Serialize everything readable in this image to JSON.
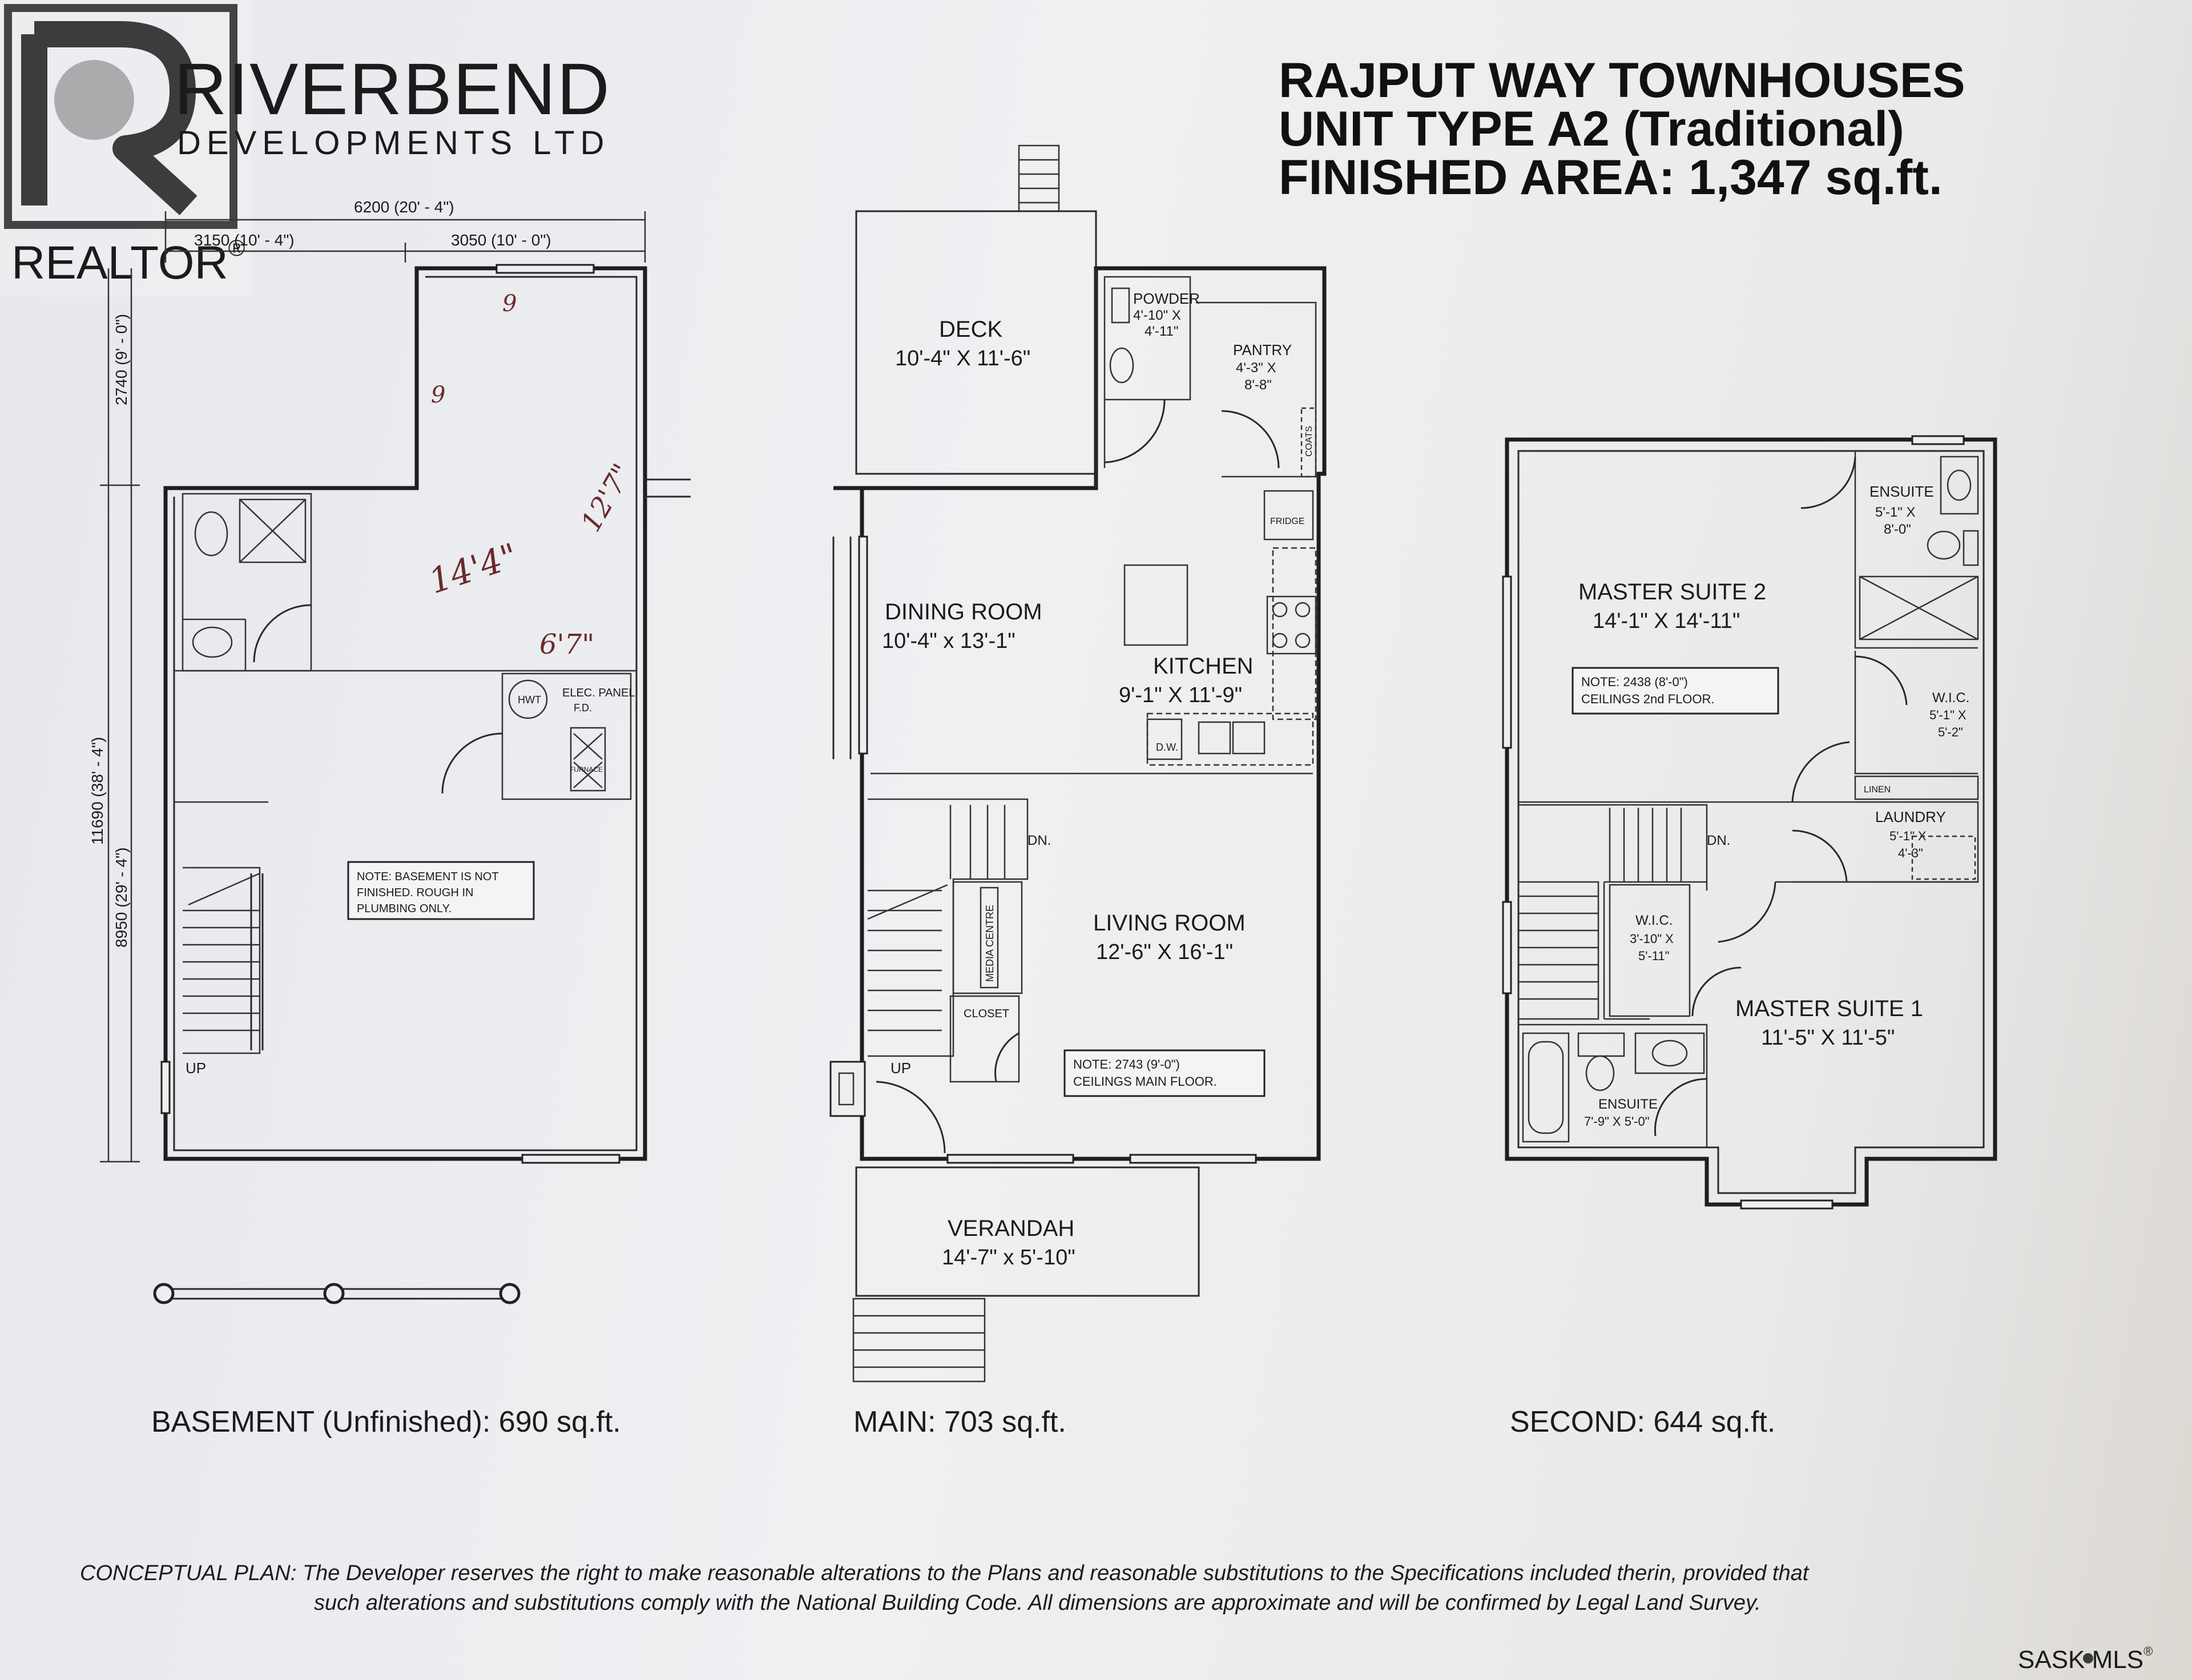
{
  "brand": {
    "name": "RIVERBEND",
    "tagline": "DEVELOPMENTS LTD",
    "realtor_mark": "REALTOR",
    "registered": "®",
    "mls_mark": "SASK MLS",
    "mls_registered": "®"
  },
  "title": {
    "line1": "RAJPUT WAY TOWNHOUSES",
    "line2": "UNIT TYPE A2 (Traditional)",
    "line3": "FINISHED AREA: 1,347 sq.ft."
  },
  "basement": {
    "dims": {
      "total_width": "6200 (20' - 4\")",
      "left_width": "3150 (10' - 4\")",
      "right_width": "3050 (10' - 0\")",
      "top_depth": "2740 (9' - 0\")",
      "overall_depth": "11690 (38' - 4\")",
      "lower_depth": "8950 (29' - 4\")"
    },
    "labels": {
      "hwt": "HWT",
      "elec_panel": "ELEC. PANEL",
      "fd": "F.D.",
      "furnace": "FURNACE",
      "up": "UP"
    },
    "note": [
      "NOTE: BASEMENT IS NOT",
      "FINISHED. ROUGH IN",
      "PLUMBING ONLY."
    ],
    "handwritten": [
      "9",
      "9",
      "14'4\"",
      "12'7\"",
      "6'7\""
    ],
    "caption": "BASEMENT (Unfinished): 690 sq.ft."
  },
  "main": {
    "rooms": {
      "deck": [
        "DECK",
        "10'-4\" X 11'-6\""
      ],
      "powder": [
        "POWDER",
        "4'-10\" X",
        "4'-11\""
      ],
      "pantry": [
        "PANTRY",
        "4'-3\" X",
        "8'-8\""
      ],
      "coats": "COATS",
      "fridge": "FRIDGE",
      "dining": [
        "DINING ROOM",
        "10'-4\" x 13'-1\""
      ],
      "kitchen": [
        "KITCHEN",
        "9'-1\" X 11'-9\""
      ],
      "dw": "D.W.",
      "living": [
        "LIVING ROOM",
        "12'-6\" X 16'-1\""
      ],
      "media": "MEDIA CENTRE",
      "closet": "CLOSET",
      "verandah": [
        "VERANDAH",
        "14'-7\" x 5'-10\""
      ]
    },
    "dn": "DN.",
    "up": "UP",
    "note": [
      "NOTE: 2743 (9'-0\")",
      "CEILINGS MAIN FLOOR."
    ],
    "caption": "MAIN: 703 sq.ft."
  },
  "second": {
    "rooms": {
      "master2": [
        "MASTER SUITE 2",
        "14'-1\" X 14'-11\""
      ],
      "ensuite_top": [
        "ENSUITE",
        "5'-1\" X",
        "8'-0\""
      ],
      "wic_right": [
        "W.I.C.",
        "5'-1\" X",
        "5'-2\""
      ],
      "linen": "LINEN",
      "laundry": [
        "LAUNDRY",
        "5'-1\" X",
        "4'-3\""
      ],
      "wic_left": [
        "W.I.C.",
        "3'-10\" X",
        "5'-11\""
      ],
      "master1": [
        "MASTER SUITE 1",
        "11'-5\" X 11'-5\""
      ],
      "ensuite_bottom": [
        "ENSUITE",
        "7'-9\" X 5'-0\""
      ]
    },
    "dn": "DN.",
    "note": [
      "NOTE: 2438 (8'-0\")",
      "CEILINGS 2nd FLOOR."
    ],
    "caption": "SECOND: 644 sq.ft."
  },
  "disclaimer": {
    "line1": "CONCEPTUAL PLAN: The Developer reserves the right to make reasonable alterations to the Plans and reasonable substitutions to the Specifications included therin, provided that",
    "line2": "such alterations and substitutions comply with the National Building Code. All dimensions are approximate and will be confirmed by Legal Land Survey."
  },
  "colors": {
    "paper": "#eceef0",
    "ink": "#1e1e1e",
    "handwriting": "#6b2a2a",
    "realtor_badge": "#3c3c3c"
  }
}
